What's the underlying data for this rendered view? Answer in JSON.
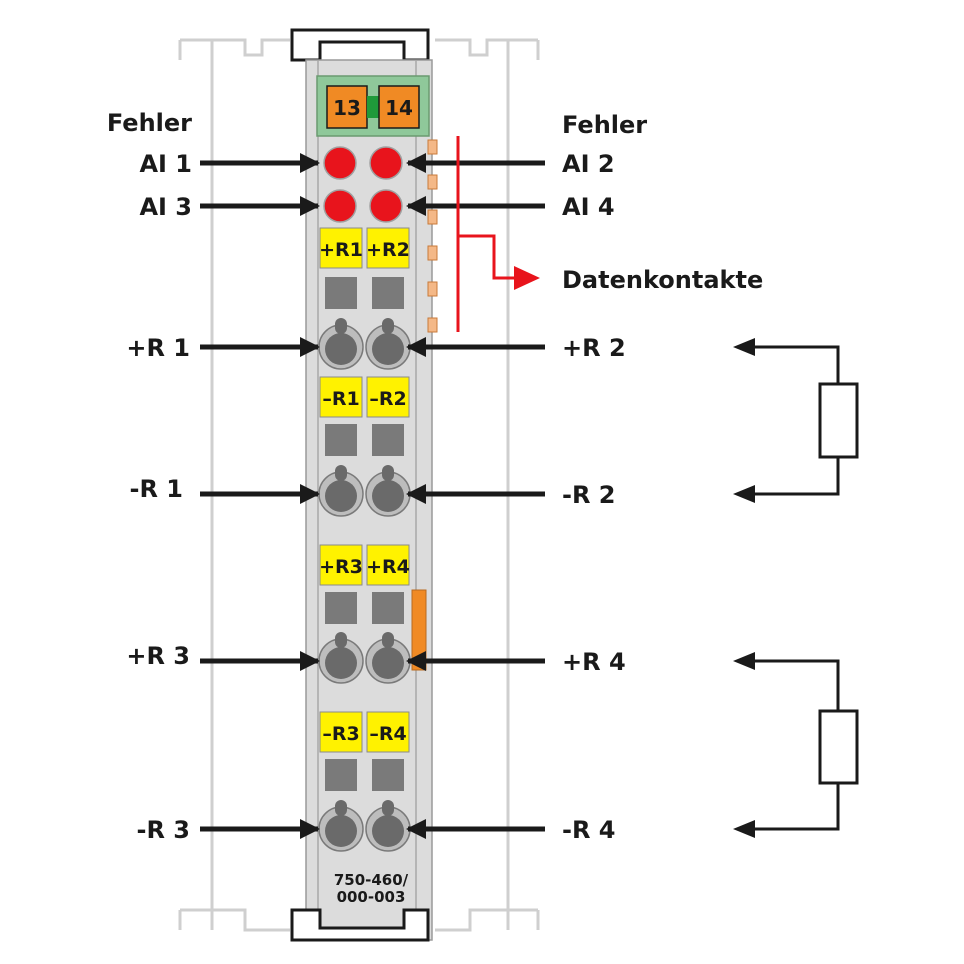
{
  "module": {
    "model_line1": "750-460/",
    "model_line2": "000-003",
    "connector_left": "13",
    "connector_right": "14"
  },
  "labels": {
    "fehler_left": "Fehler",
    "fehler_right": "Fehler",
    "ai1": "AI 1",
    "ai2": "AI 2",
    "ai3": "AI 3",
    "ai4": "AI 4",
    "datenkontakte": "Datenkontakte",
    "left_r1_plus": "+R 1",
    "right_r2_plus": "+R 2",
    "left_r1_minus": "-R 1",
    "right_r2_minus": "-R 2",
    "left_r3_plus": "+R 3",
    "right_r4_plus": "+R 4",
    "left_r3_minus": "-R 3",
    "right_r4_minus": "-R 4"
  },
  "terminals": {
    "plus_r1": "+R1",
    "plus_r2": "+R2",
    "minus_r1": "–R1",
    "minus_r2": "–R2",
    "plus_r3": "+R3",
    "plus_r4": "+R4",
    "minus_r3": "–R3",
    "minus_r4": "–R4"
  },
  "colors": {
    "led_error": "#e8141c",
    "terminal_label_bg": "#fff200",
    "connector_orange": "#f08a24",
    "data_arrow": "#e8141c",
    "housing": "#dcdcdc"
  }
}
